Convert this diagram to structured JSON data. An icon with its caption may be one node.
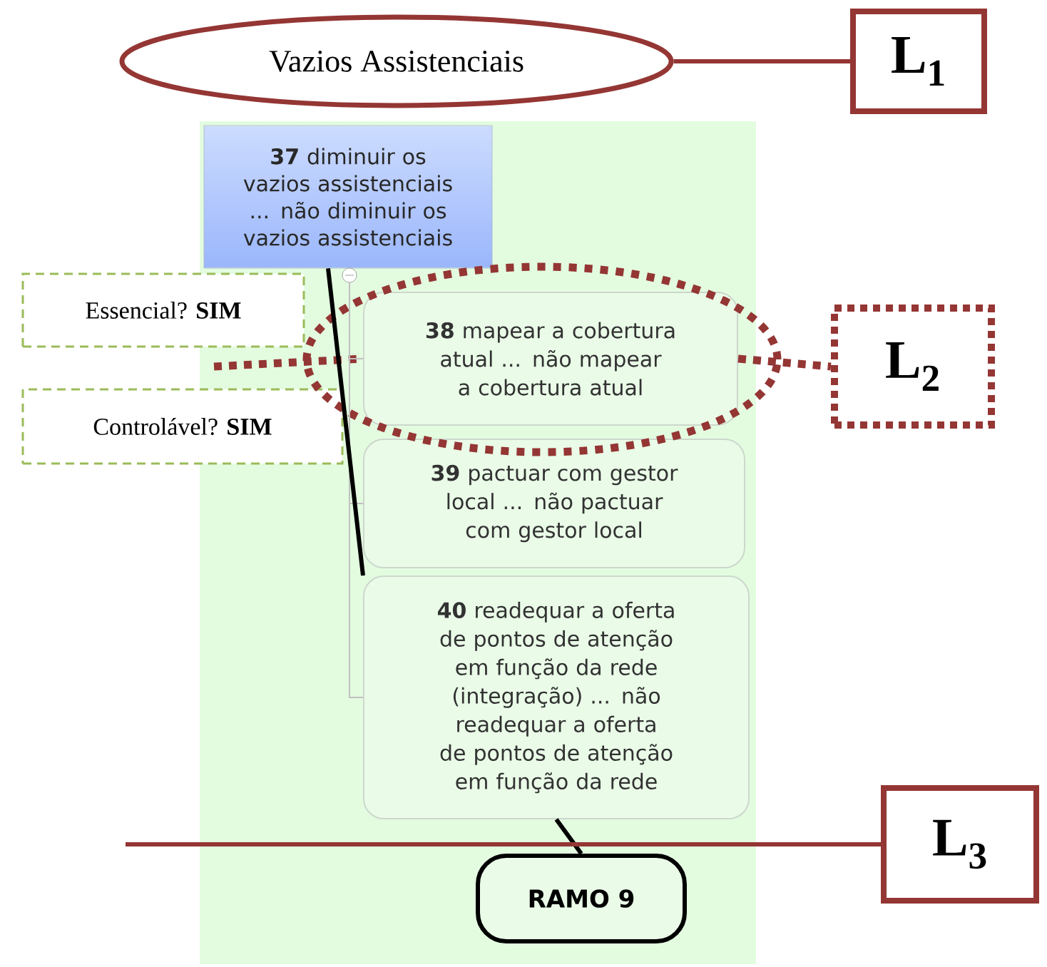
{
  "diagram": {
    "nodes": [
      {
        "text": [
          "Vazios Assistenciais"
        ]
      },
      {
        "text": [
          "L$_{1}$"
        ]
      },
      {
        "text": [
          "**37** diminuir os vazios assistenciais ... não diminuir os vazios assistenciais"
        ]
      },
      {
        "text": [
          "Essencial? **SIM**"
        ]
      },
      {
        "text": [
          "Controlável? **SIM**"
        ]
      },
      {
        "text": [
          "**38** mapear a cobertura atual ... não mapear a cobertura atual"
        ]
      },
      {
        "text": [
          "L$_{2}$"
        ]
      },
      {
        "text": [
          "**39** pactuar com gestor local ... não pactuar com gestor local"
        ]
      },
      {
        "text": [
          "**40** readequar a oferta de pontos de atenção em função da rede (integração) ... não readequar a oferta de pontos de atenção em função da rede"
        ]
      },
      {
        "text": [
          "RAMO 9"
        ]
      },
      {
        "text": [
          "L$_{3}$"
        ]
      }
    ],
    "edges": [
      {
        "from": 0,
        "to": 1,
        "arrow": "none",
        "color": "#943634"
      },
      {
        "from": 5,
        "to": 6,
        "arrow": "none",
        "style": "dashed",
        "color": "#943634"
      },
      {
        "from": null,
        "to": 5,
        "arrow": "none",
        "style": "dashed",
        "color": "#943634"
      },
      {
        "from": 2,
        "to": 5,
        "arrow": "none",
        "color": "#c0c0c0"
      },
      {
        "from": 2,
        "to": 7,
        "arrow": "none",
        "color": "#c0c0c0"
      },
      {
        "from": 2,
        "to": 8,
        "arrow": "none",
        "color": "#c0c0c0"
      },
      {
        "from": 2,
        "to": 8,
        "arrow": "none",
        "color": "#000000"
      },
      {
        "from": 8,
        "to": 9,
        "arrow": "none",
        "color": "#000000"
      },
      {
        "from": null,
        "to": 10,
        "arrow": "none",
        "color": "#943634"
      }
    ]
  }
}
